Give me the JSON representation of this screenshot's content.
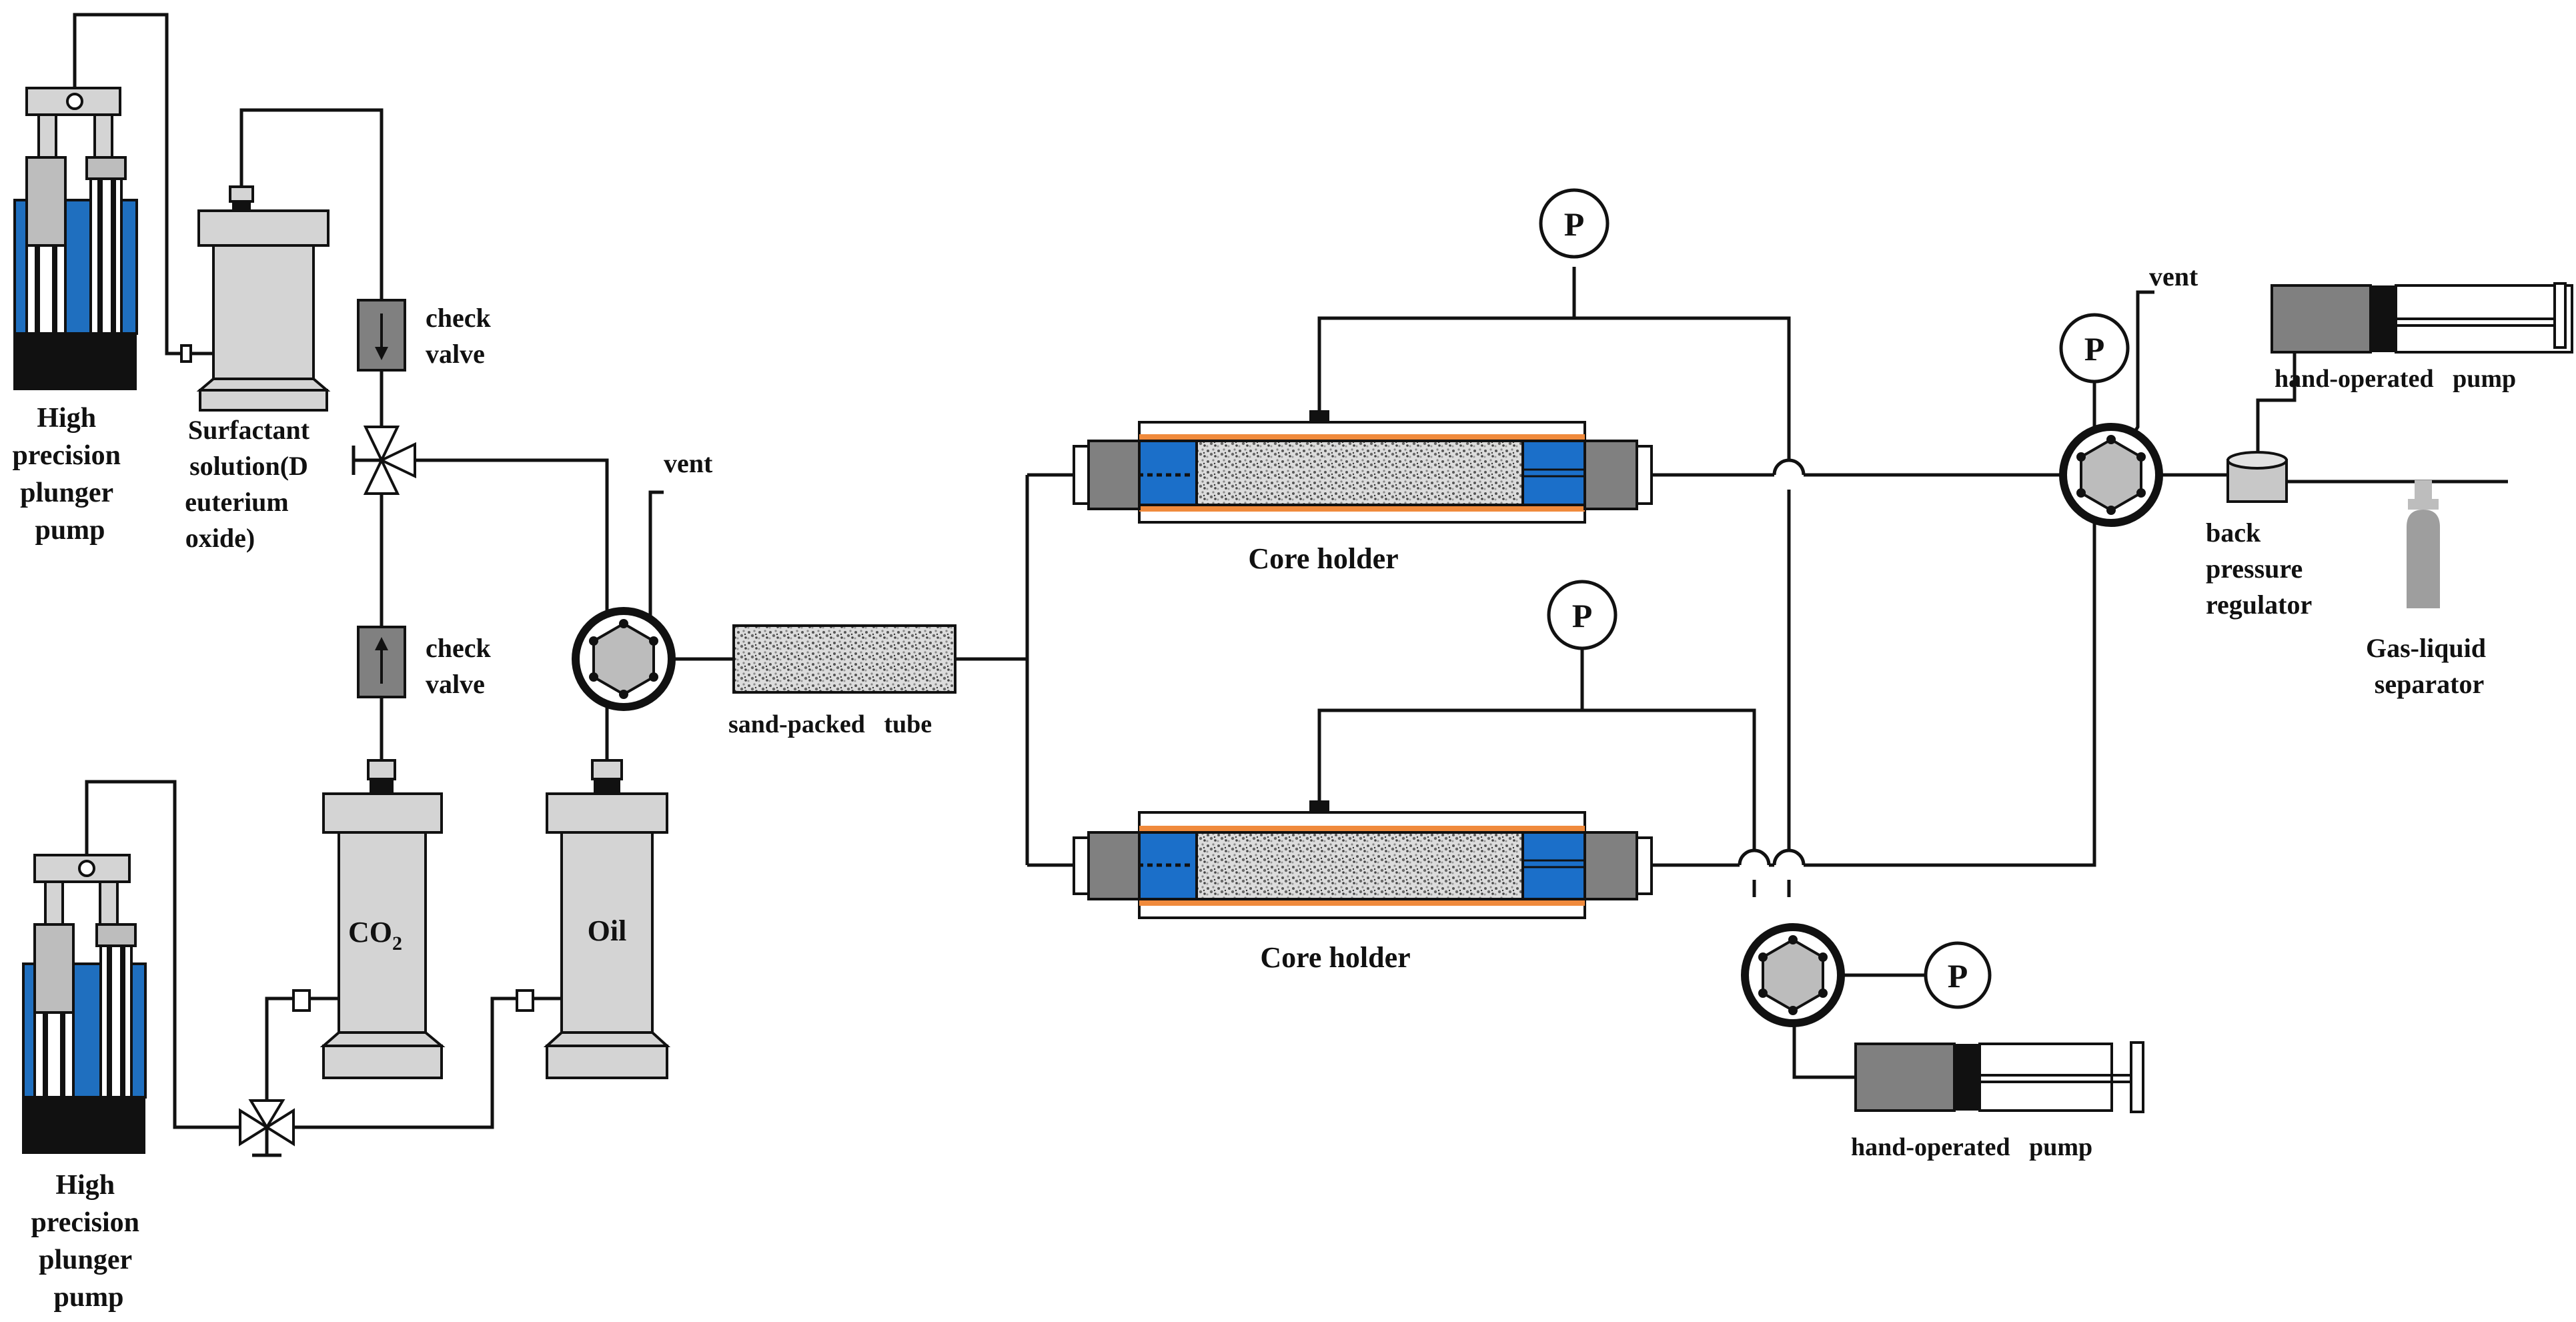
{
  "labels": {
    "pump_top": [
      "High",
      "precision",
      "plunger",
      "pump"
    ],
    "pump_bottom": [
      "High",
      "precision",
      "plunger",
      "pump"
    ],
    "surfactant": [
      "Surfactant",
      "solution(D",
      "euterium",
      "oxide)"
    ],
    "check_valve_top": [
      "check",
      "valve"
    ],
    "check_valve_mid": [
      "check",
      "valve"
    ],
    "vent_left": "vent",
    "vent_right": "vent",
    "co2_main": "CO",
    "co2_sub": "2",
    "oil": "Oil",
    "sand_tube": "sand-packed   tube",
    "core_holder_top": "Core holder",
    "core_holder_bottom": "Core holder",
    "hand_pump_top": "hand-operated   pump",
    "hand_pump_bottom": "hand-operated   pump",
    "bpr": [
      "back",
      "pressure",
      "regulator"
    ],
    "separator": [
      "Gas-liquid",
      "separator"
    ],
    "gauge_symbol": "P"
  },
  "colors": {
    "line": "#111111",
    "vessel_fill": "#d4d4d4",
    "dark_gray": "#808080",
    "pump_blue": "#1f6fbf",
    "core_blue": "#1b6fc9",
    "sleeve_orange": "#f08a3c"
  }
}
